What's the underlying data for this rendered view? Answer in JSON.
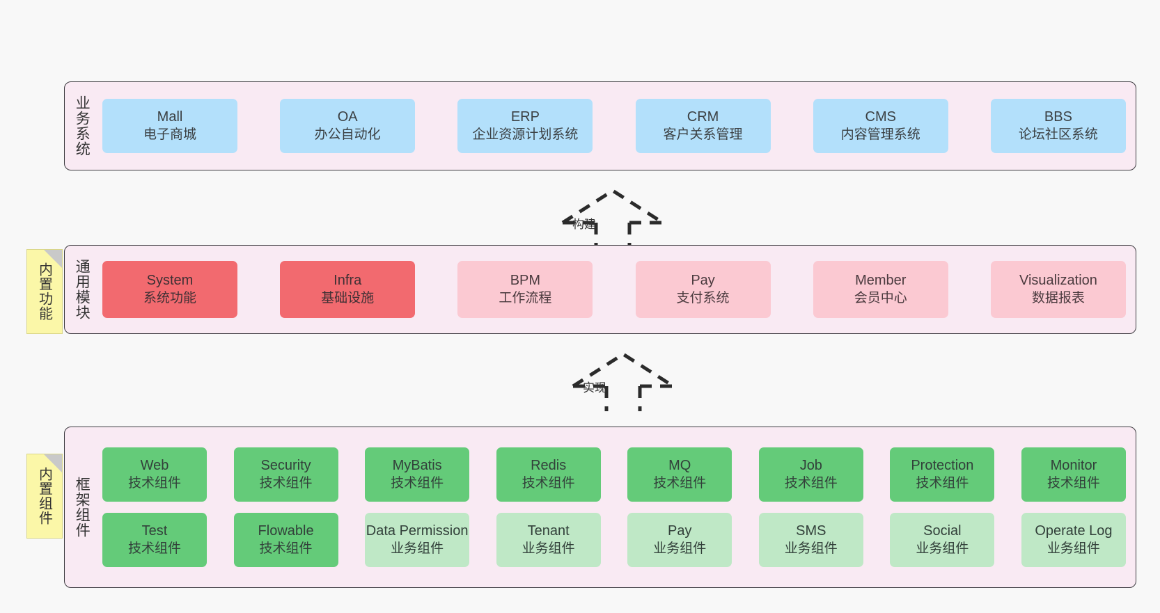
{
  "diagram": {
    "background": "#f8f8f8",
    "layer_fill": "#f9eaf3",
    "colors": {
      "business_card": "#b3e0fb",
      "module_strong": "#f26a6f",
      "module_soft": "#fbc9d2",
      "tech_component": "#64cb79",
      "business_component": "#bfe8c6",
      "note": "#fbf7a8",
      "stroke": "#3d3b40"
    }
  },
  "layers": [
    {
      "id": "business-systems",
      "title": "业务系统",
      "cards": [
        {
          "en": "Mall",
          "cn": "电子商城"
        },
        {
          "en": "OA",
          "cn": "办公自动化"
        },
        {
          "en": "ERP",
          "cn": "企业资源计划系统"
        },
        {
          "en": "CRM",
          "cn": "客户关系管理"
        },
        {
          "en": "CMS",
          "cn": "内容管理系统"
        },
        {
          "en": "BBS",
          "cn": "论坛社区系统"
        }
      ]
    },
    {
      "id": "common-modules",
      "title": "通用模块",
      "note": "内置功能",
      "cards": [
        {
          "en": "System",
          "cn": "系统功能",
          "style": "strong"
        },
        {
          "en": "Infra",
          "cn": "基础设施",
          "style": "strong"
        },
        {
          "en": "BPM",
          "cn": "工作流程",
          "style": "soft"
        },
        {
          "en": "Pay",
          "cn": "支付系统",
          "style": "soft"
        },
        {
          "en": "Member",
          "cn": "会员中心",
          "style": "soft"
        },
        {
          "en": "Visualization",
          "cn": "数据报表",
          "style": "soft"
        }
      ]
    },
    {
      "id": "framework-components",
      "title": "框架组件",
      "note": "内置组件",
      "rows": [
        [
          {
            "en": "Web",
            "cn": "技术组件",
            "style": "tech"
          },
          {
            "en": "Security",
            "cn": "技术组件",
            "style": "tech"
          },
          {
            "en": "MyBatis",
            "cn": "技术组件",
            "style": "tech"
          },
          {
            "en": "Redis",
            "cn": "技术组件",
            "style": "tech"
          },
          {
            "en": "MQ",
            "cn": "技术组件",
            "style": "tech"
          },
          {
            "en": "Job",
            "cn": "技术组件",
            "style": "tech"
          },
          {
            "en": "Protection",
            "cn": "技术组件",
            "style": "tech"
          },
          {
            "en": "Monitor",
            "cn": "技术组件",
            "style": "tech"
          }
        ],
        [
          {
            "en": "Test",
            "cn": "技术组件",
            "style": "tech"
          },
          {
            "en": "Flowable",
            "cn": "技术组件",
            "style": "tech"
          },
          {
            "en": "Data Permission",
            "cn": "业务组件",
            "style": "biz2"
          },
          {
            "en": "Tenant",
            "cn": "业务组件",
            "style": "biz2"
          },
          {
            "en": "Pay",
            "cn": "业务组件",
            "style": "biz2"
          },
          {
            "en": "SMS",
            "cn": "业务组件",
            "style": "biz2"
          },
          {
            "en": "Social",
            "cn": "业务组件",
            "style": "biz2"
          },
          {
            "en": "Operate Log",
            "cn": "业务组件",
            "style": "biz2"
          }
        ]
      ]
    }
  ],
  "connectors": [
    {
      "id": "build",
      "label": "构建"
    },
    {
      "id": "implement",
      "label": "实现"
    }
  ]
}
